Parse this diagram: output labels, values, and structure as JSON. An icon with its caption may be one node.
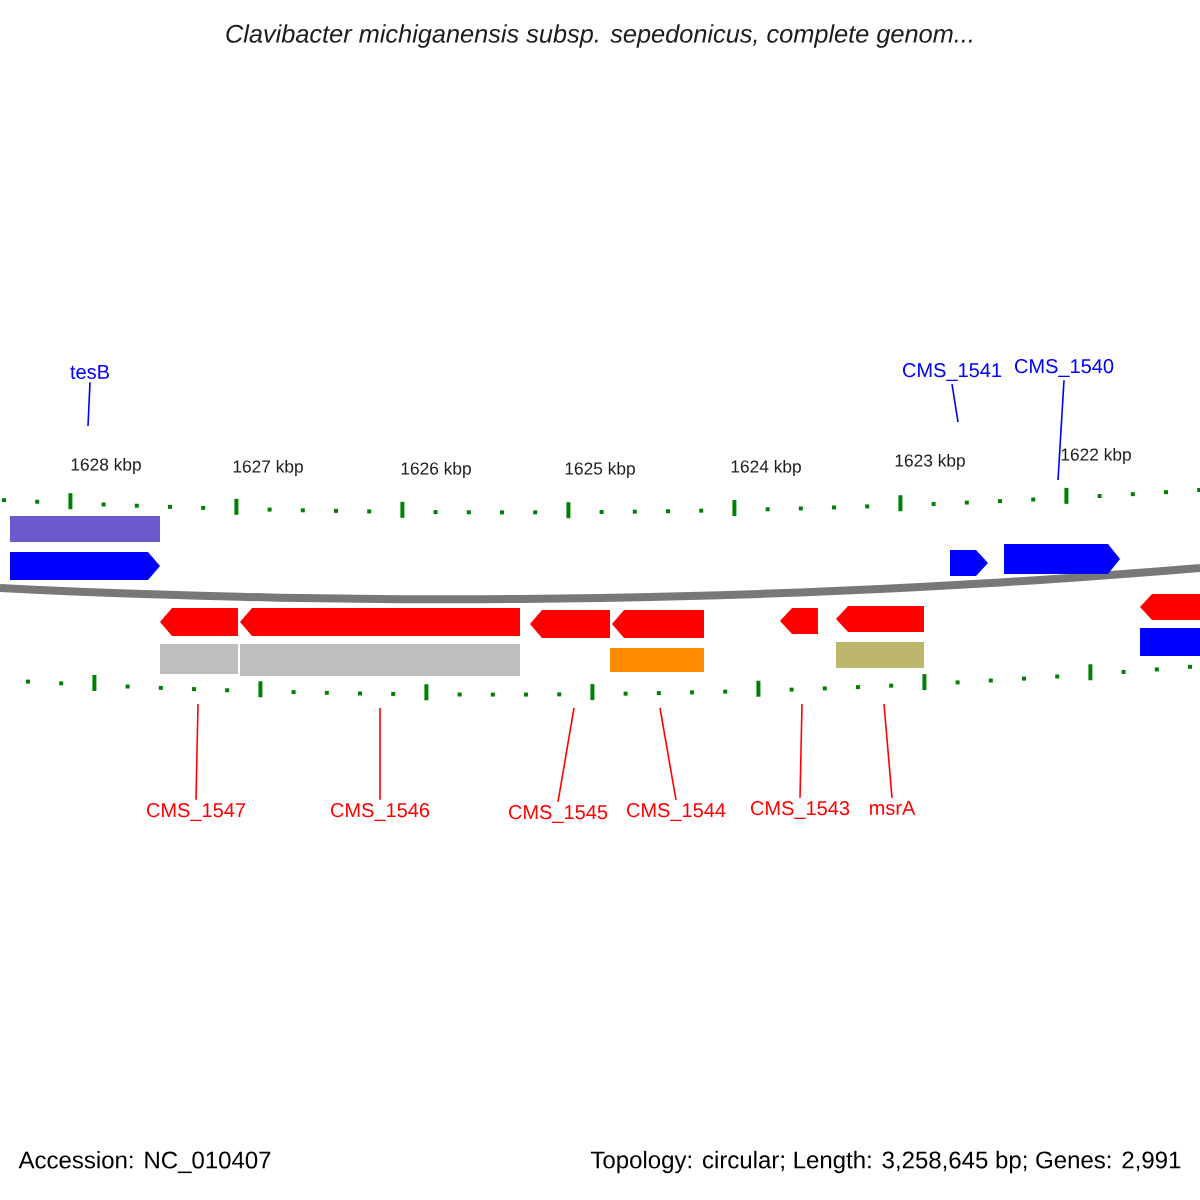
{
  "diagram": {
    "title": "Clavibacter michiganensis subsp. sepedonicus, complete genom...",
    "nodes": [
      {
        "text": [
          "tesB"
        ]
      },
      {
        "text": [
          "CMS_1541"
        ]
      },
      {
        "text": [
          "CMS_1540"
        ]
      },
      {
        "text": [
          "CMS_1547"
        ]
      },
      {
        "text": [
          "CMS_1546"
        ]
      },
      {
        "text": [
          "CMS_1545"
        ]
      },
      {
        "text": [
          "CMS_1544"
        ]
      },
      {
        "text": [
          "CMS_1543"
        ]
      },
      {
        "text": [
          "msrA"
        ]
      }
    ],
    "edges": [
      {
        "from": 0,
        "to": null,
        "arrow": "none",
        "color": "#0000ff"
      },
      {
        "from": 1,
        "to": null,
        "arrow": "none",
        "color": "#0000ff"
      },
      {
        "from": 2,
        "to": null,
        "arrow": "none",
        "color": "#0000ff"
      },
      {
        "from": 3,
        "to": null,
        "arrow": "none"
      },
      {
        "from": 4,
        "to": null,
        "arrow": "none"
      },
      {
        "from": 5,
        "to": null,
        "arrow": "none"
      },
      {
        "from": 6,
        "to": null,
        "arrow": "none"
      },
      {
        "from": 7,
        "to": null,
        "arrow": "none"
      },
      {
        "from": 8,
        "to": null,
        "arrow": "none"
      }
    ],
    "labels": [
      "1628 kbp",
      "1627 kbp",
      "1626 kbp",
      "1625 kbp",
      "1624 kbp",
      "1623 kbp",
      "1622 kbp",
      "Accession: NC_010407",
      "Topology: circular; Length: 3,258,645 bp; Genes: 2,991"
    ]
  }
}
